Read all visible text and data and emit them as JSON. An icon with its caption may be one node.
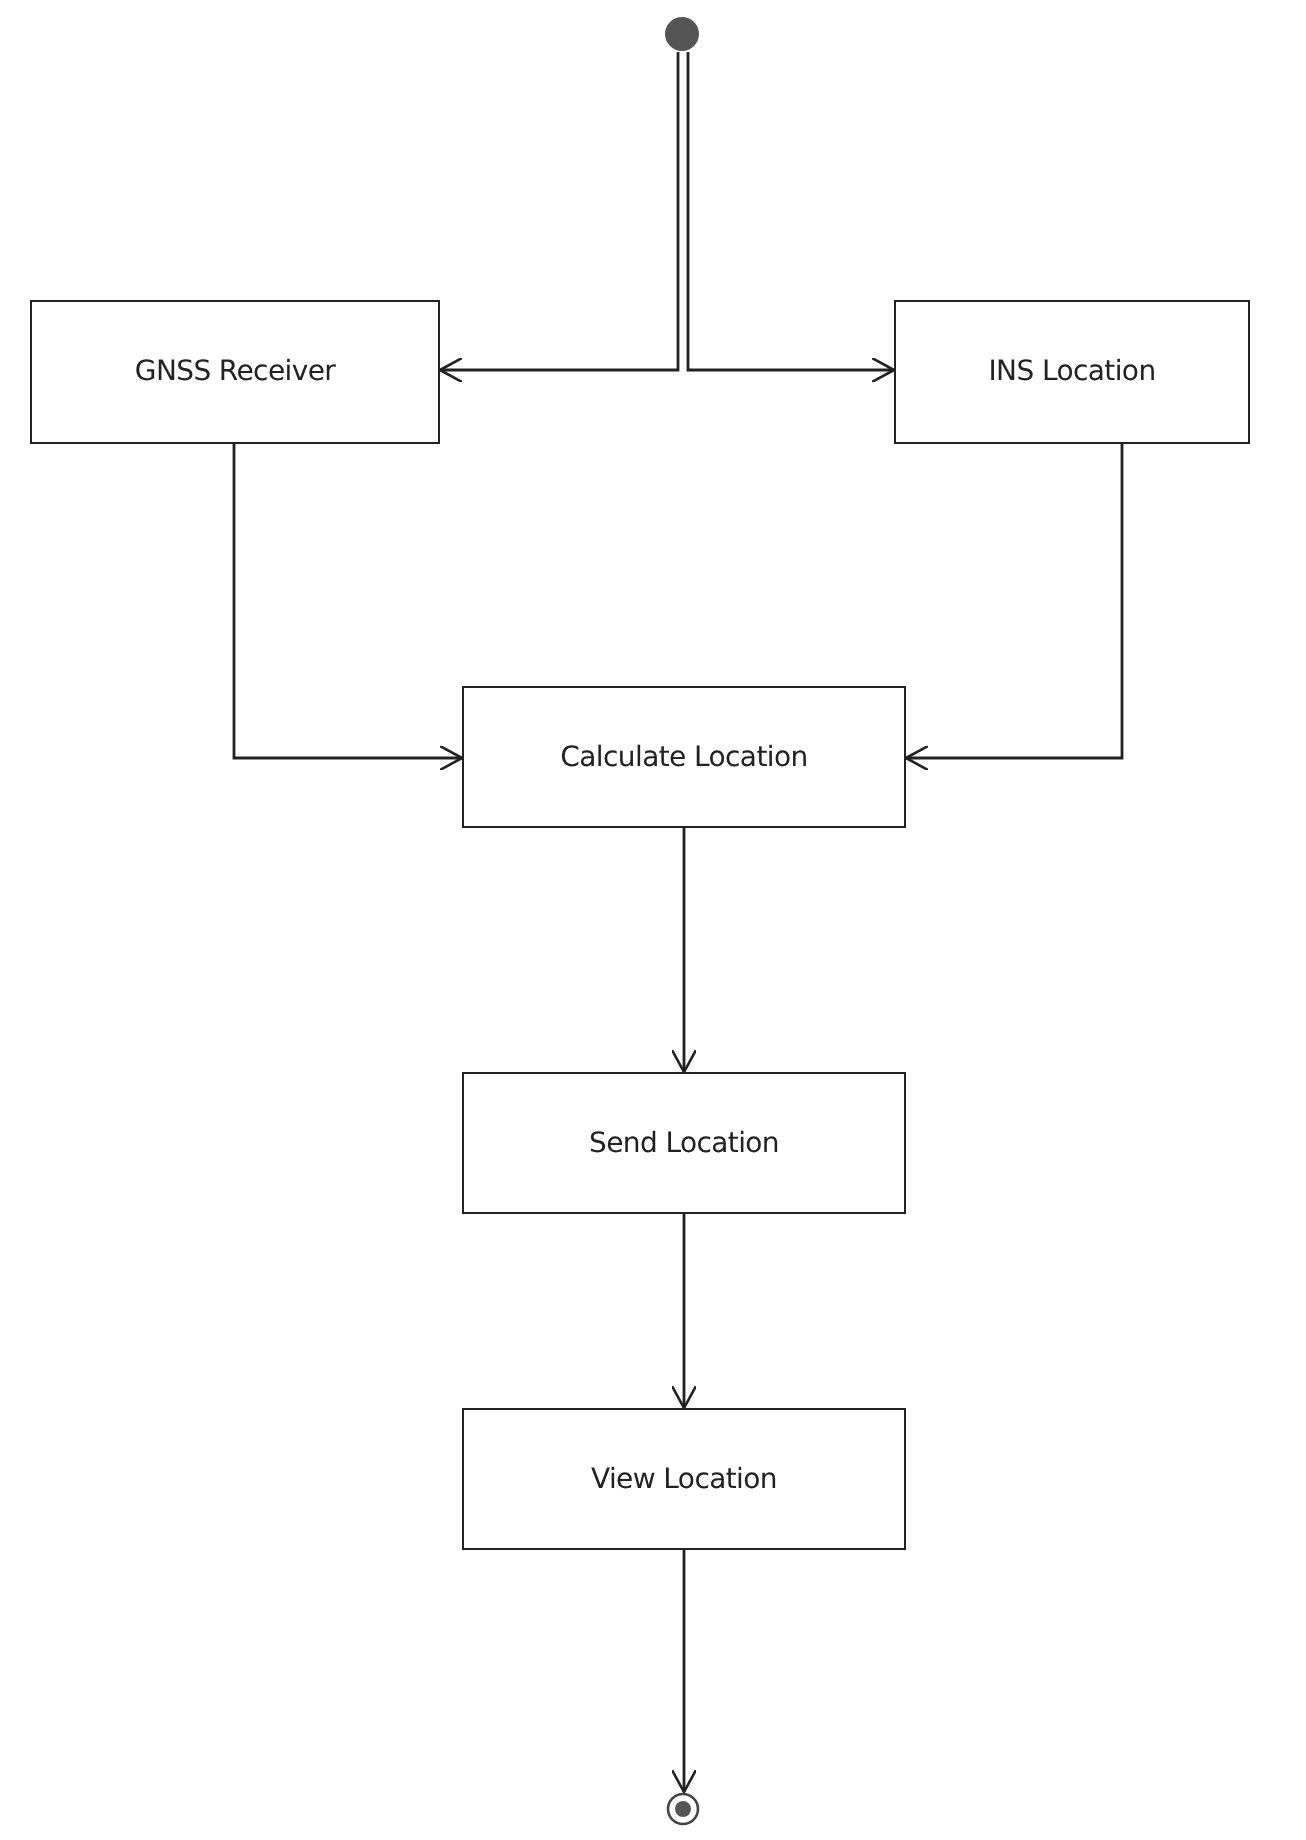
{
  "diagram": {
    "nodes": [
      {
        "text": [],
        "shape": "circle"
      },
      {
        "text": [
          "GNSS Receiver"
        ]
      },
      {
        "text": [
          "INS Location"
        ]
      },
      {
        "text": [
          "Calculate Location"
        ]
      },
      {
        "text": [
          "Send Location"
        ]
      },
      {
        "text": [
          "View Location"
        ]
      },
      {
        "text": [],
        "shape": "bullseye"
      }
    ],
    "edges": [
      {
        "from": 0,
        "to": 1,
        "arrow": "to"
      },
      {
        "from": 0,
        "to": 2,
        "arrow": "to"
      },
      {
        "from": 1,
        "to": 3,
        "arrow": "to"
      },
      {
        "from": 2,
        "to": 3,
        "arrow": "to"
      },
      {
        "from": 3,
        "to": 4,
        "arrow": "to"
      },
      {
        "from": 4,
        "to": 5,
        "arrow": "to"
      },
      {
        "from": 5,
        "to": 6,
        "arrow": "to"
      }
    ]
  }
}
